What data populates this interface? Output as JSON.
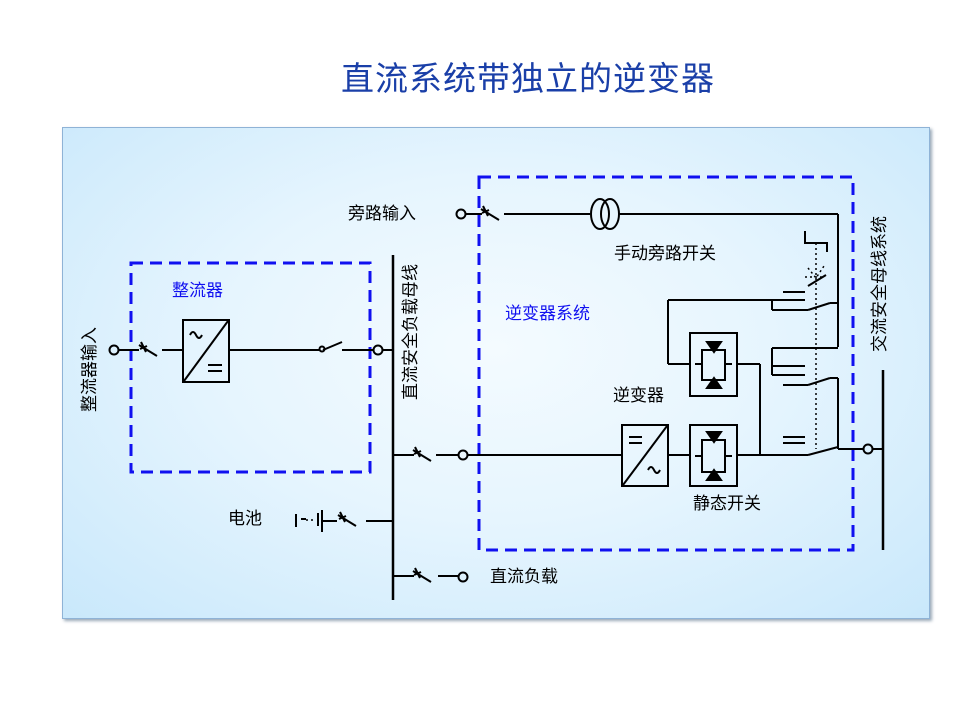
{
  "title": "直流系统带独立的逆变器",
  "labels": {
    "rectifier_input": "整流器输入",
    "rectifier": "整流器",
    "dc_bus": "直流安全负载母线",
    "bypass_input": "旁路输入",
    "manual_bypass_switch": "手动旁路开关",
    "inverter_system": "逆变器系统",
    "inverter": "逆变器",
    "static_switch": "静态开关",
    "battery": "电池",
    "dc_load": "直流负载",
    "ac_bus": "交流安全母线系统"
  },
  "colors": {
    "title": "#1a3fa8",
    "dashed_box": "#1010f0"
  }
}
